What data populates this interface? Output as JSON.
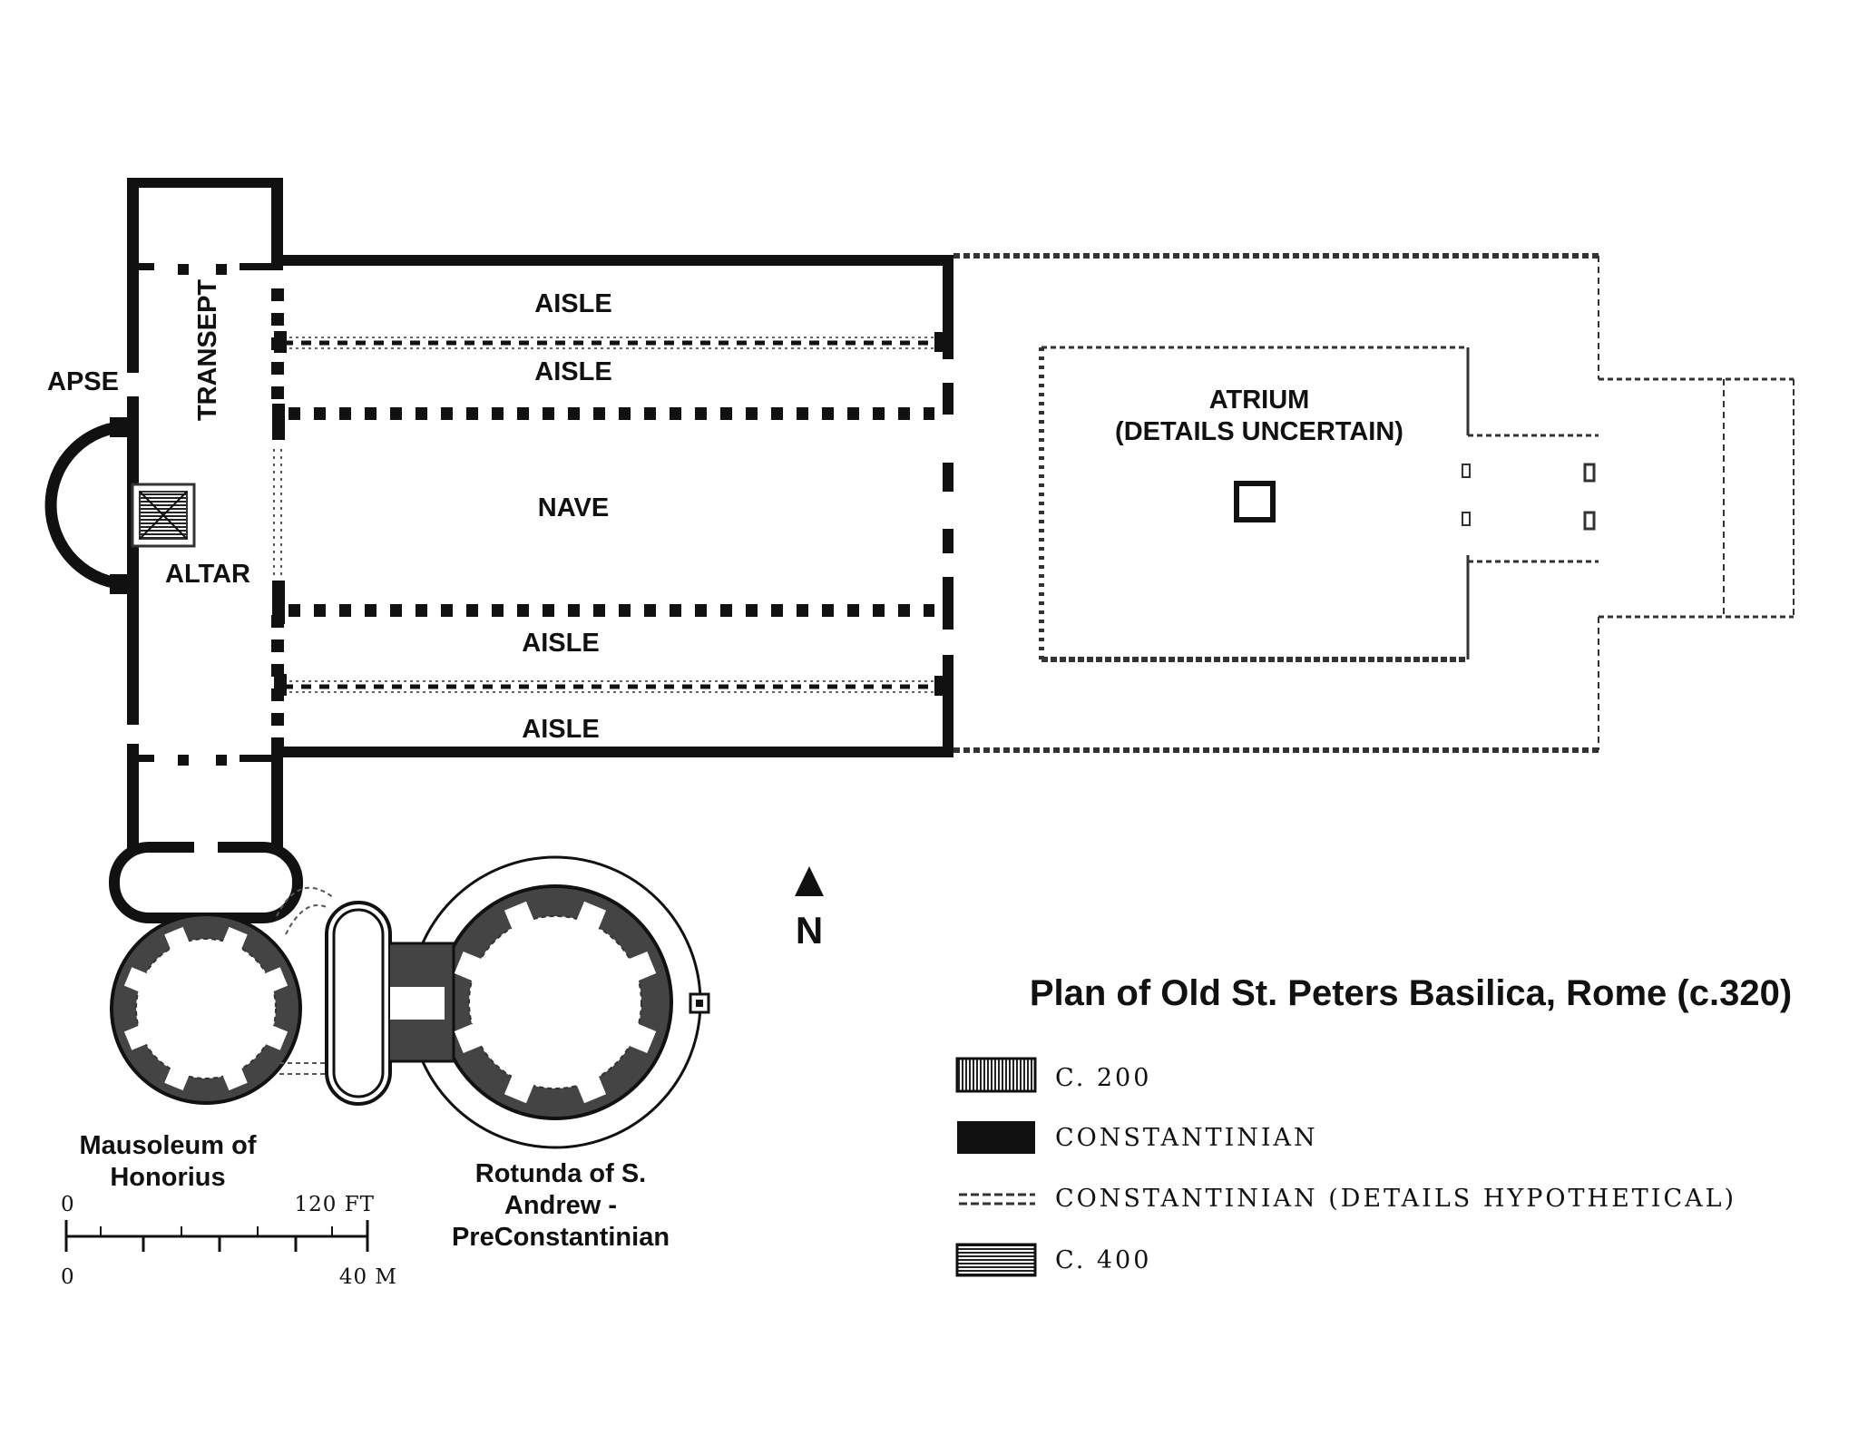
{
  "title": "Plan of Old St. Peters Basilica, Rome (c.320)",
  "labels": {
    "apse": "APSE",
    "transept": "TRANSEPT",
    "altar": "ALTAR",
    "aisle_1": "AISLE",
    "aisle_2": "AISLE",
    "nave": "NAVE",
    "aisle_3": "AISLE",
    "aisle_4": "AISLE",
    "atrium_line1": "ATRIUM",
    "atrium_line2": "(DETAILS UNCERTAIN)",
    "mausoleum_line1": "Mausoleum of",
    "mausoleum_line2": "Honorius",
    "rotunda_line1": "Rotunda of S.",
    "rotunda_line2": "Andrew -",
    "rotunda_line3": "PreConstantinian",
    "north": "N"
  },
  "legend": [
    {
      "label": "C. 200",
      "swatch": "vertical-hatch"
    },
    {
      "label": "CONSTANTINIAN",
      "swatch": "solid-black"
    },
    {
      "label": "CONSTANTINIAN (DETAILS HYPOTHETICAL)",
      "swatch": "dashed-double-line"
    },
    {
      "label": "C. 400",
      "swatch": "horizontal-hatch"
    }
  ],
  "scale": {
    "top_start": "0",
    "top_end": "120 FT",
    "bottom_start": "0",
    "bottom_end": "40 M"
  },
  "colors": {
    "ink": "#111111",
    "hypothetical": "#555555",
    "c400_fill": "#444444",
    "background": "#ffffff"
  }
}
